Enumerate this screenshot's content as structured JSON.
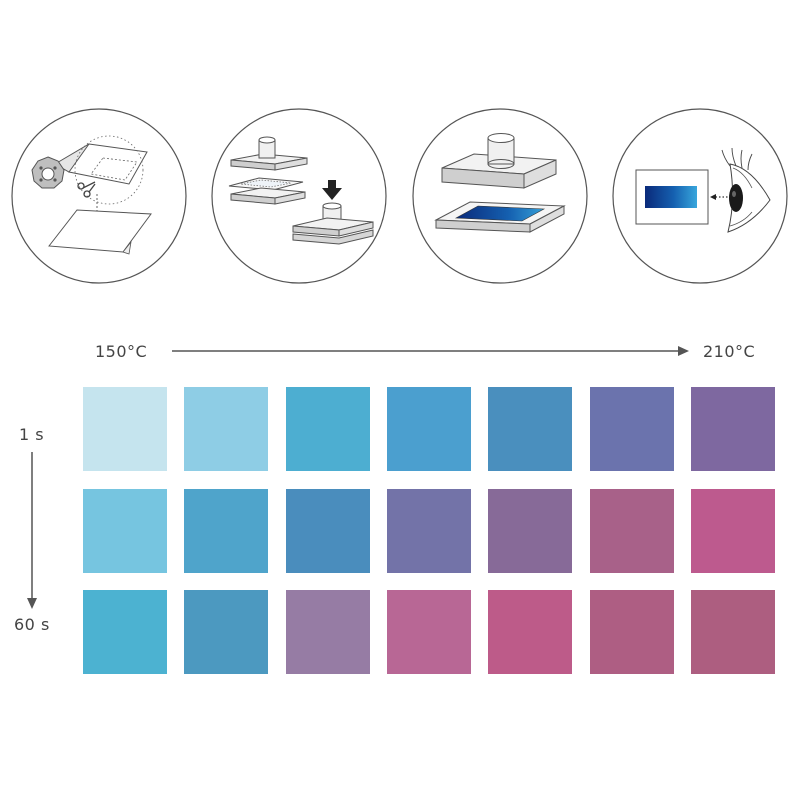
{
  "process_steps": [
    {
      "icon": "film-roll-cutting-icon"
    },
    {
      "icon": "press-stacking-icon"
    },
    {
      "icon": "heat-press-icon"
    },
    {
      "icon": "visual-inspection-icon"
    }
  ],
  "axes": {
    "temperature_start": "150°C",
    "temperature_end": "210°C",
    "time_start": "1 s",
    "time_end": "60 s"
  },
  "swatch_grid": {
    "rows": [
      [
        "#c5e4ee",
        "#8ecde5",
        "#4daed1",
        "#4b9fcf",
        "#4a8fbe",
        "#6b73ad",
        "#7e68a0"
      ],
      [
        "#76c5e0",
        "#4fa4cb",
        "#4a8dbd",
        "#7373a8",
        "#876a98",
        "#a86189",
        "#bd5a8e"
      ],
      [
        "#4cb2d1",
        "#4c99c0",
        "#967ca4",
        "#b86795",
        "#bd5b89",
        "#ae5e83",
        "#ad5e80"
      ]
    ]
  }
}
